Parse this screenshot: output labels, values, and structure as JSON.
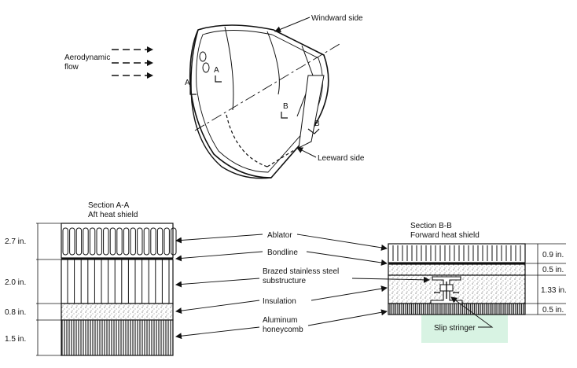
{
  "flow_label_line1": "Aerodynamic",
  "flow_label_line2": "flow",
  "windward_label": "Windward side",
  "leeward_label": "Leeward side",
  "section_marks": {
    "a": "A",
    "b": "B"
  },
  "section_aa": {
    "title": "Section A-A",
    "subtitle": "Aft heat shield"
  },
  "section_bb": {
    "title": "Section B-B",
    "subtitle": "Forward heat shield"
  },
  "dims_aa": [
    "2.7 in.",
    "2.0 in.",
    "0.8 in.",
    "1.5 in."
  ],
  "dims_bb": [
    "0.9 in.",
    "0.5 in.",
    "1.33 in.",
    "0.5 in."
  ],
  "layers": {
    "ablator": "Ablator",
    "bondline": "Bondline",
    "substructure_line1": "Brazed stainless steel",
    "substructure_line2": "substructure",
    "insulation": "Insulation",
    "honeycomb_line1": "Aluminum",
    "honeycomb_line2": "honeycomb"
  },
  "slip_stringer": "Slip stringer",
  "colors": {
    "ink": "#111111",
    "highlight": "#d8f3e3"
  }
}
